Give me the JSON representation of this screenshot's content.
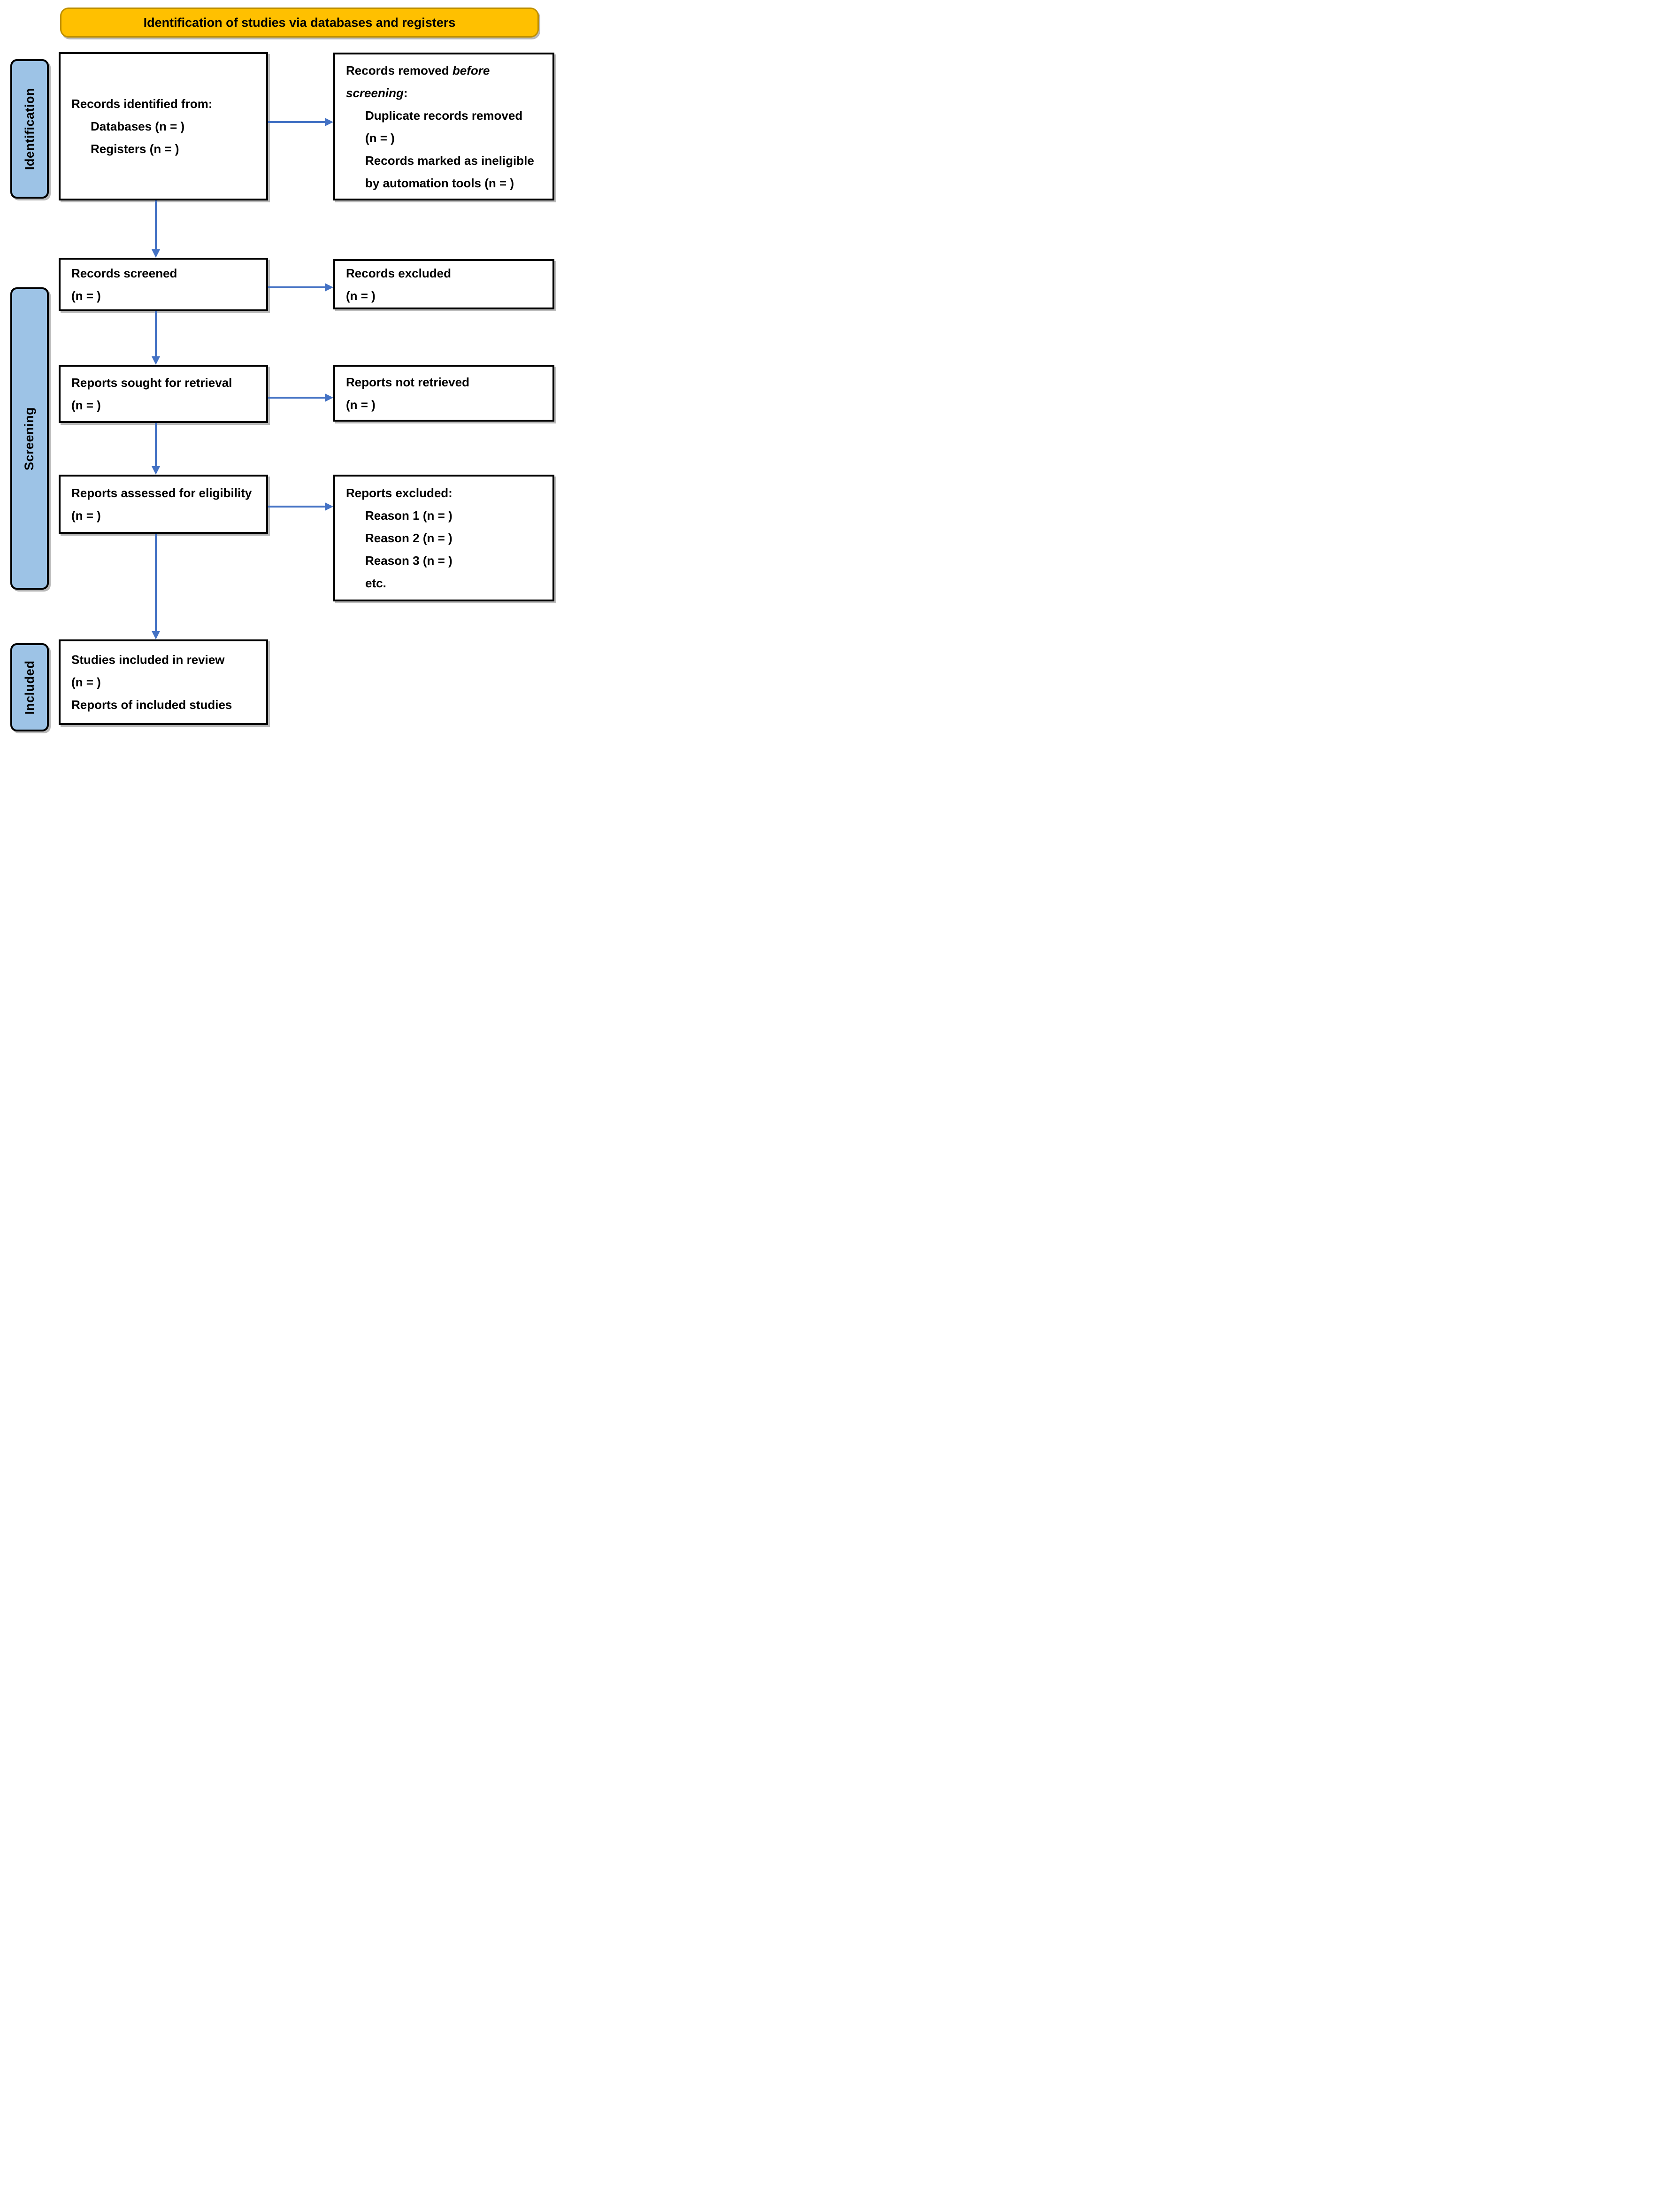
{
  "banner": {
    "label": "Identification of studies via databases and registers"
  },
  "stages": {
    "identification": "Identification",
    "screening": "Screening",
    "included": "Included"
  },
  "boxes": {
    "records_identified": {
      "title": "Records identified from:",
      "items": [
        "Databases (n = )",
        "Registers (n = )"
      ]
    },
    "records_removed": {
      "line1_regular": "Records removed ",
      "line1_italic": "before",
      "line2_italic": "screening",
      "line2_regular": ":",
      "items": [
        "Duplicate records removed",
        "(n = )",
        "Records marked as ineligible",
        "by automation tools (n = )"
      ]
    },
    "records_screened": {
      "lines": [
        "Records screened",
        "(n = )"
      ]
    },
    "records_excluded": {
      "lines": [
        "Records excluded",
        "(n = )"
      ]
    },
    "reports_sought": {
      "lines": [
        "Reports sought for retrieval",
        "(n = )"
      ]
    },
    "reports_not_retrieved": {
      "lines": [
        "Reports not retrieved",
        "(n = )"
      ]
    },
    "reports_assessed": {
      "lines": [
        "Reports assessed for eligibility",
        "(n = )"
      ]
    },
    "reports_excluded": {
      "title": "Reports excluded:",
      "items": [
        "Reason 1 (n = )",
        "Reason 2 (n = )",
        "Reason 3 (n = )",
        "etc."
      ]
    },
    "studies_included": {
      "lines": [
        "Studies included in review",
        "(n = )",
        "Reports of included studies"
      ]
    }
  },
  "colors": {
    "banner_fill": "#FFC000",
    "banner_border": "#BF9000",
    "stage_fill": "#9DC3E6",
    "box_border": "#000000",
    "arrow": "#4472C4"
  }
}
